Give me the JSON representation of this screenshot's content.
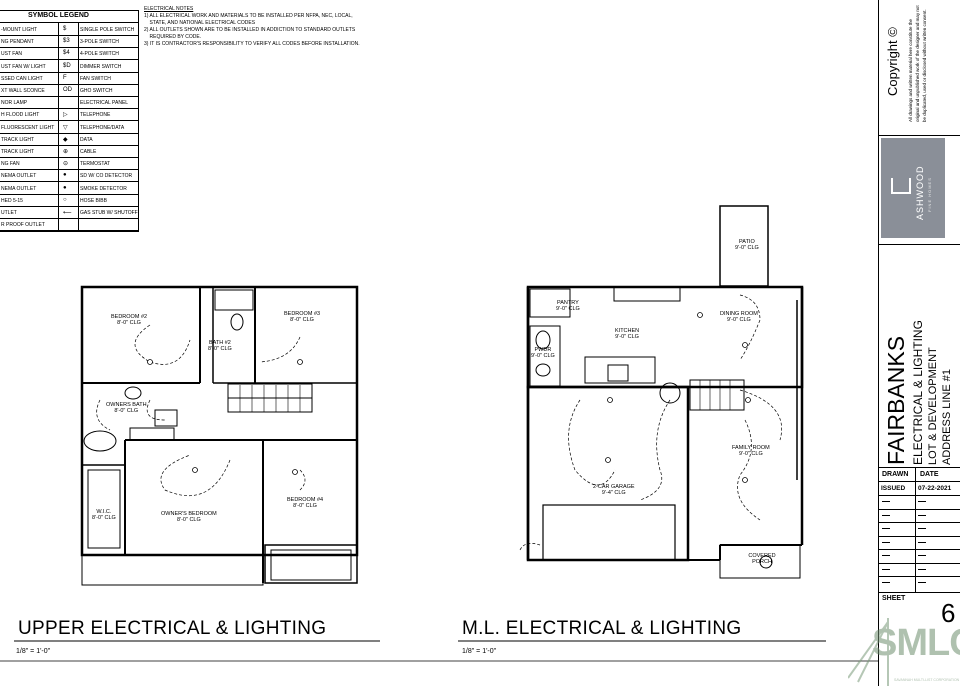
{
  "legend": {
    "title": "SYMBOL LEGEND",
    "left_items": [
      "-MOUNT LIGHT",
      "NG PENDANT",
      "UST FAN",
      "UST FAN W/ LIGHT",
      "SSED CAN LIGHT",
      "XT WALL SCONCE",
      "NOR LAMP",
      "H FLOOD LIGHT",
      "FLUORESCENT LIGHT",
      "TRACK LIGHT",
      "TRACK LIGHT",
      "NG FAN",
      "NEMA OUTLET",
      "NEMA OUTLET",
      "HED 5-15",
      "UTLET",
      "R PROOF OUTLET"
    ],
    "symbols": [
      "$",
      "$3",
      "$4",
      "$D",
      "F",
      "OD",
      "",
      "▷",
      "▽",
      "◆",
      "⊕",
      "⊝",
      "●",
      "●",
      "○",
      "⟵",
      ""
    ],
    "right_items": [
      "SINGLE POLE SWITCH",
      "3-POLE SWITCH",
      "4-POLE SWITCH",
      "DIMMER SWITCH",
      "FAN SWITCH",
      "GHO SWITCH",
      "ELECTRICAL PANEL",
      "TELEPHONE",
      "TELEPHONE/DATA",
      "DATA",
      "CABLE",
      "TERMOSTAT",
      "SD W/ CO DETECTOR",
      "SMOKE DETECTOR",
      "HOSE BIBB",
      "GAS STUB W/ SHUTOFF",
      ""
    ]
  },
  "notes": {
    "title": "ELECTRICAL NOTES",
    "lines": [
      "1) ALL ELECTRICAL WORK AND MATERIALS TO BE INSTALLED PER NFPA, NEC, LOCAL,",
      "    STATE, AND NATIONAL ELECTRICAL CODES",
      "2) ALL OUTLETS SHOWN ARE TO BE INSTALLED IN ADDICTION TO STANDARD OUTLETS",
      "    REQUIRED BY CODE.",
      "3) IT IS CONTRACTOR'S RESPONSIBILITY TO VERIFY ALL CODES BEFORE INSTALLATION."
    ]
  },
  "upper_plan": {
    "rooms": [
      {
        "name": "BEDROOM #2",
        "size": "8'-0\" CLG"
      },
      {
        "name": "BEDROOM #3",
        "size": "8'-0\" CLG"
      },
      {
        "name": "BATH #2",
        "size": "8'-0\" CLG"
      },
      {
        "name": "OWNERS BATH",
        "size": "8'-0\" CLG"
      },
      {
        "name": "OWNER'S BEDROOM",
        "size": "8'-0\" CLG"
      },
      {
        "name": "BEDROOM #4",
        "size": "8'-0\" CLG"
      },
      {
        "name": "W.I.C.",
        "size": "8'-0\" CLG"
      }
    ],
    "title": "UPPER ELECTRICAL & LIGHTING",
    "scale": "1/8\" = 1'-0\""
  },
  "main_plan": {
    "rooms": [
      {
        "name": "PATIO",
        "size": "9'-0\" CLG"
      },
      {
        "name": "PANTRY",
        "size": "9'-0\" CLG"
      },
      {
        "name": "KITCHEN",
        "size": "9'-0\" CLG"
      },
      {
        "name": "DINING ROOM",
        "size": "9'-0\" CLG"
      },
      {
        "name": "PWDR",
        "size": "9'-0\" CLG"
      },
      {
        "name": "FAMILY ROOM",
        "size": "9'-0\" CLG"
      },
      {
        "name": "2-CAR GARAGE",
        "size": "9'-4\" CLG"
      },
      {
        "name": "COVERED PORCH",
        "size": ""
      }
    ],
    "title": "M.L. ELECTRICAL & LIGHTING",
    "scale": "1/8\" = 1'-0\""
  },
  "title_block": {
    "copyright": "Copyright ©",
    "copyright_notice": "All drawings and written material here constitute the original and unpublished work of the designer and may not be duplicated, used or disclosed without written consent.",
    "logo": "ASHWOOD",
    "logo_sub": "FINE HOMES",
    "project": "FAIRBANKS",
    "subtitle": "ELECTRICAL & LIGHTING",
    "lot": "LOT & DEVELOPMENT",
    "address": "ADDRESS LINE #1",
    "drawn_label": "DRAWN",
    "date_label": "DATE",
    "issued_label": "ISSUED",
    "issued_date": "07-22-2021",
    "sheet_label": "SHEET",
    "sheet_number": "6"
  },
  "watermark": {
    "text": "SMLC",
    "sub": "SAVANNAH MULTI-LIST CORPORATION"
  }
}
